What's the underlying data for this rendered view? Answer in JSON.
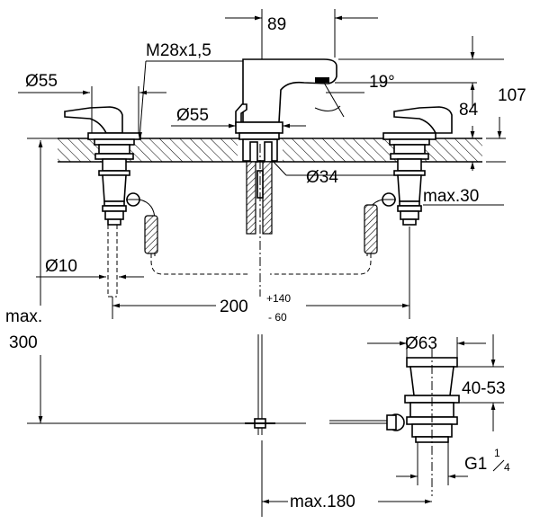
{
  "dimensions": {
    "spout_offset": "89",
    "thread": "M28x1,5",
    "handle_diameter_left": "Ø55",
    "spout_angle": "19°",
    "spout_height": "84",
    "total_height": "107",
    "handle_diameter_center": "Ø55",
    "body_diameter": "Ø34",
    "max_deck_thickness": "max.30",
    "hose_diameter": "Ø10",
    "spread_base": "200",
    "spread_plus": "+140",
    "spread_minus": "- 60",
    "max_label": "max.",
    "max_depth_value": "300",
    "drain_diameter": "Ø63",
    "drain_range": "40-53",
    "drain_thread": "G1",
    "drain_thread_num": "1",
    "drain_thread_den": "4",
    "max_drain_reach": "max.180"
  }
}
